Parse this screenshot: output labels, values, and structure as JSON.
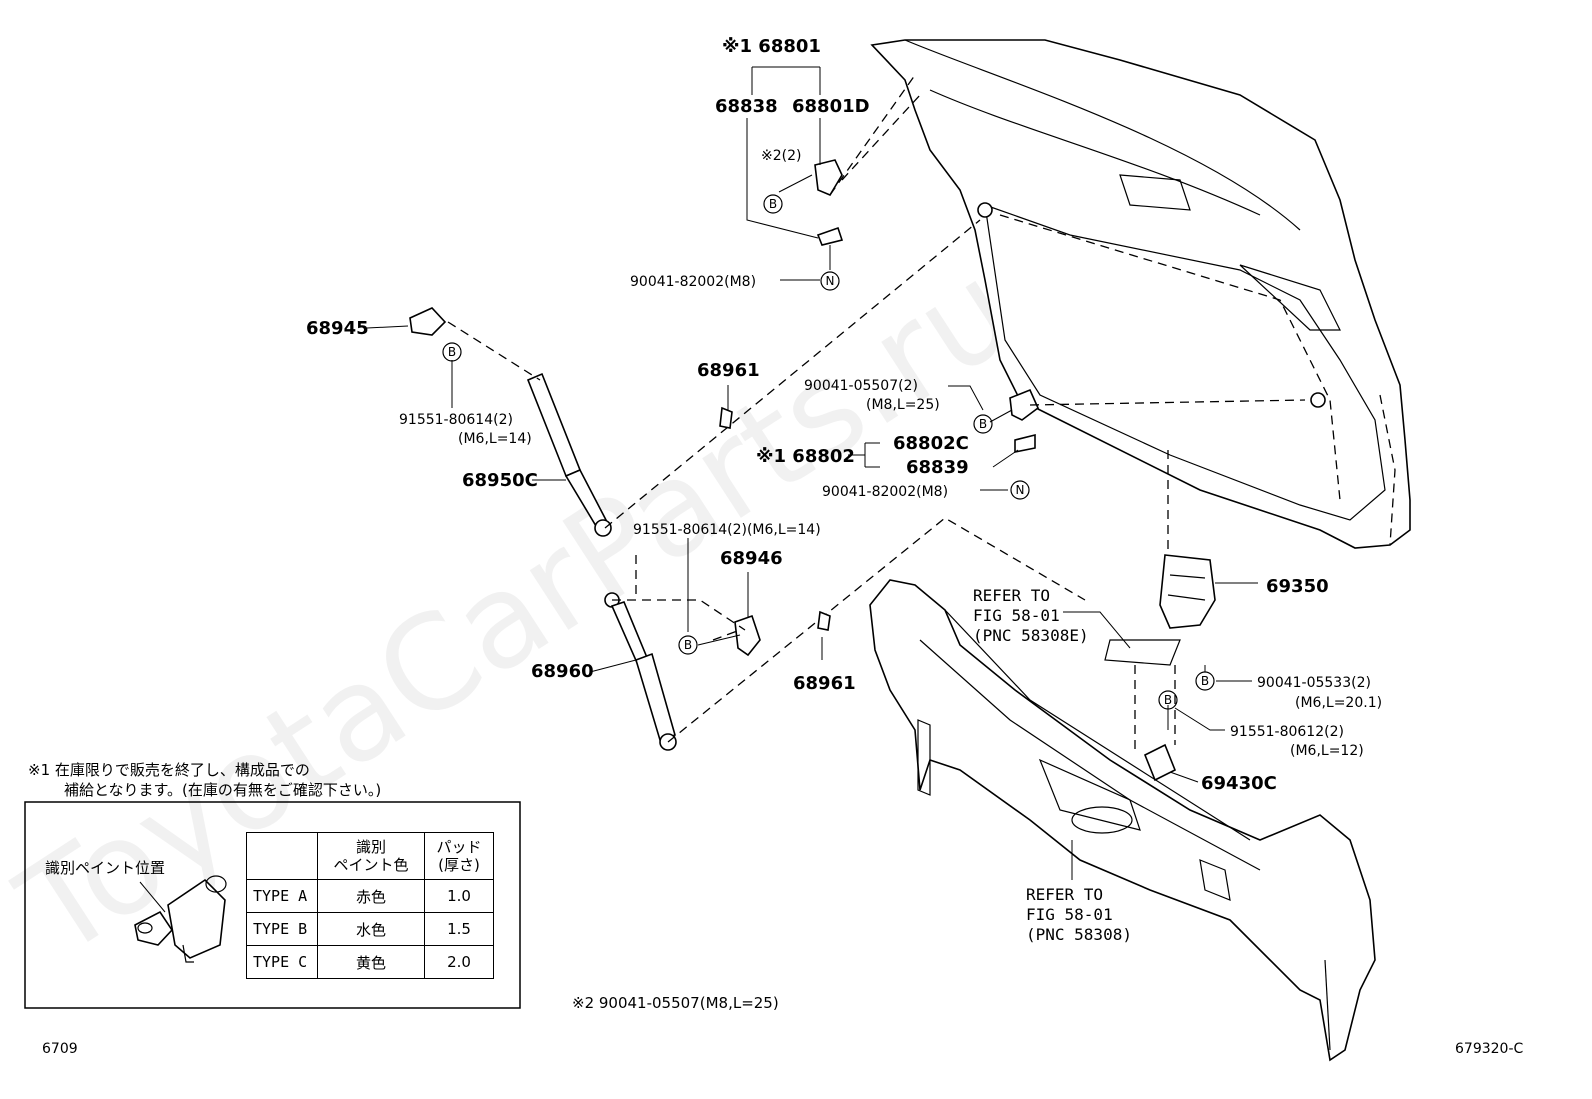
{
  "watermark": "ToyotaCarParts.ru",
  "callouts": {
    "p68801": "※1 68801",
    "p68838": "68838",
    "p68801d": "68801D",
    "note2_qty": "※2(2)",
    "p90041_82002_top": "90041-82002(M8)",
    "p68945": "68945",
    "p91551_80614": "91551-80614(2)",
    "p91551_80614_spec": "(M6,L=14)",
    "p68950c": "68950C",
    "p68961_top": "68961",
    "p90041_05507": "90041-05507(2)",
    "p90041_05507_spec": "(M8,L=25)",
    "p68802": "※1 68802",
    "p68802c": "68802C",
    "p68839": "68839",
    "p90041_82002_mid": "90041-82002(M8)",
    "p91551_80614_b": "91551-80614(2)(M6,L=14)",
    "p68946": "68946",
    "p68960": "68960",
    "p68961_bottom": "68961",
    "refer_top": [
      "REFER TO",
      "FIG 58-01",
      "(PNC 58308E)"
    ],
    "p69350": "69350",
    "p90041_05533": "90041-05533(2)",
    "p90041_05533_spec": "(M6,L=20.1)",
    "p91551_80612": "91551-80612(2)",
    "p91551_80612_spec": "(M6,L=12)",
    "p69430c": "69430C",
    "refer_bottom": [
      "REFER TO",
      "FIG 58-01",
      "(PNC 58308)"
    ]
  },
  "markers": {
    "B": "B",
    "N": "N"
  },
  "notes": {
    "note1_line1": "※1 在庫限りで販売を終了し、構成品での",
    "note1_line2": "補給となります。(在庫の有無をご確認下さい。)",
    "paint_position": "識別ペイント位置",
    "note2": "※2  90041-05507(M8,L=25)"
  },
  "paint_table": {
    "headers": [
      "",
      "識別\nペイント色",
      "パッド\n(厚さ)"
    ],
    "rows": [
      {
        "type": "TYPE A",
        "color": "赤色",
        "pad": "1.0"
      },
      {
        "type": "TYPE B",
        "color": "水色",
        "pad": "1.5"
      },
      {
        "type": "TYPE C",
        "color": "黄色",
        "pad": "2.0"
      }
    ]
  },
  "footer": {
    "left_code": "6709",
    "right_code": "679320-C"
  }
}
